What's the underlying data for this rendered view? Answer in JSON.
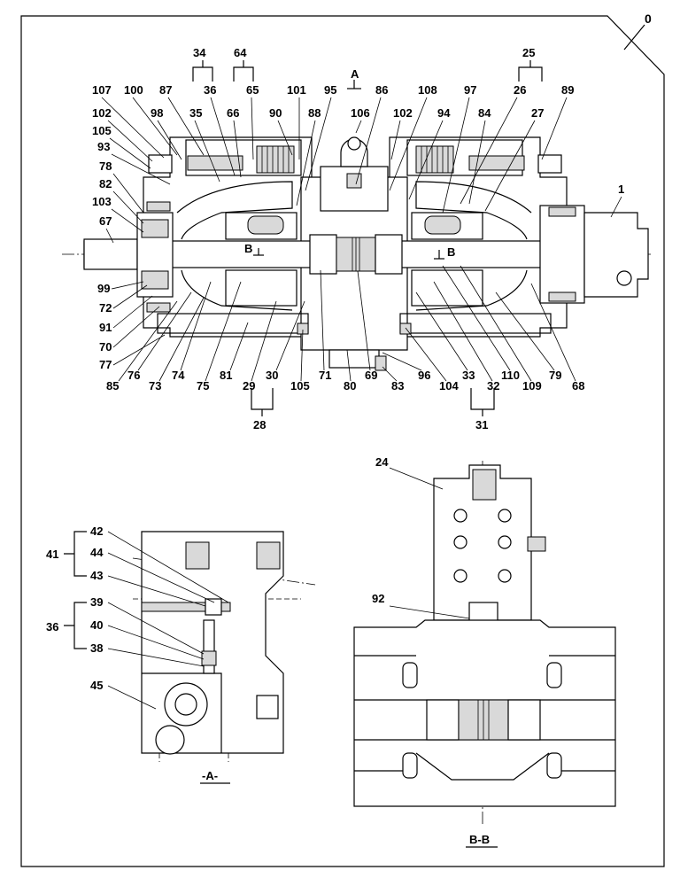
{
  "diagram": {
    "sheet_number": "0",
    "views": {
      "main": {
        "section_markers": [
          "A",
          "B",
          "B"
        ],
        "callouts_top": [
          "107",
          "100",
          "87",
          "36",
          "65",
          "101",
          "95",
          "86",
          "108",
          "97",
          "26",
          "89",
          "102",
          "98",
          "35",
          "66",
          "90",
          "88",
          "106",
          "102",
          "94",
          "84",
          "27",
          "105",
          "93",
          "78",
          "82",
          "103",
          "67",
          "1"
        ],
        "callouts_bottom": [
          "99",
          "72",
          "91",
          "70",
          "77",
          "85",
          "76",
          "73",
          "74",
          "75",
          "81",
          "29",
          "30",
          "105",
          "71",
          "80",
          "69",
          "83",
          "96",
          "104",
          "33",
          "32",
          "110",
          "109",
          "79",
          "68"
        ],
        "groups": {
          "g34": "34",
          "g64": "64",
          "g25": "25",
          "g28": "28",
          "g31": "31"
        }
      },
      "view_a": {
        "title": "-A-",
        "callouts": [
          "42",
          "44",
          "43",
          "39",
          "40",
          "38",
          "45"
        ],
        "groups": {
          "g41": "41",
          "g36": "36"
        }
      },
      "view_bb": {
        "title": "B-B",
        "callouts": [
          "24",
          "92"
        ]
      }
    }
  }
}
